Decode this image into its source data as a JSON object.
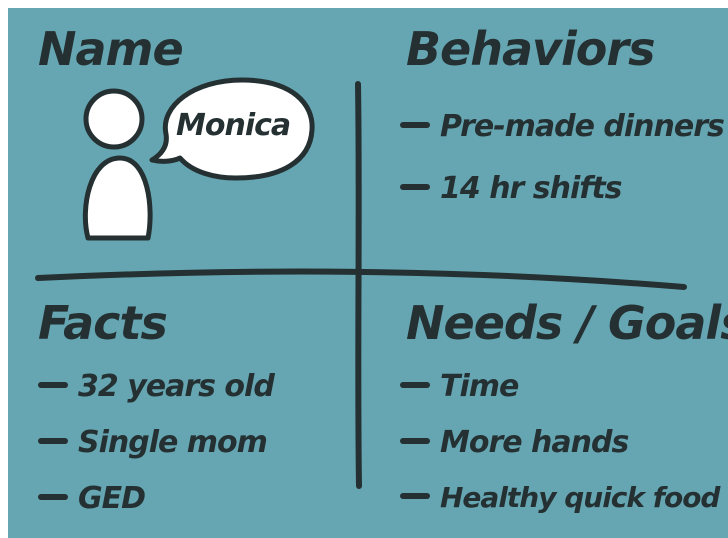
{
  "quadrants": {
    "name": {
      "heading": "Name",
      "persona_name": "Monica"
    },
    "behaviors": {
      "heading": "Behaviors",
      "items": [
        "Pre-made dinners",
        "14 hr shifts"
      ]
    },
    "facts": {
      "heading": "Facts",
      "items": [
        "32 years old",
        "Single mom",
        "GED"
      ]
    },
    "needs_goals": {
      "heading": "Needs / Goals",
      "items": [
        "Time",
        "More hands",
        "Healthy quick food"
      ]
    }
  },
  "colors": {
    "background": "#66a6b2",
    "ink": "#243032",
    "paper": "#ffffff"
  },
  "icons": [
    "person-icon",
    "speech-bubble-icon"
  ]
}
